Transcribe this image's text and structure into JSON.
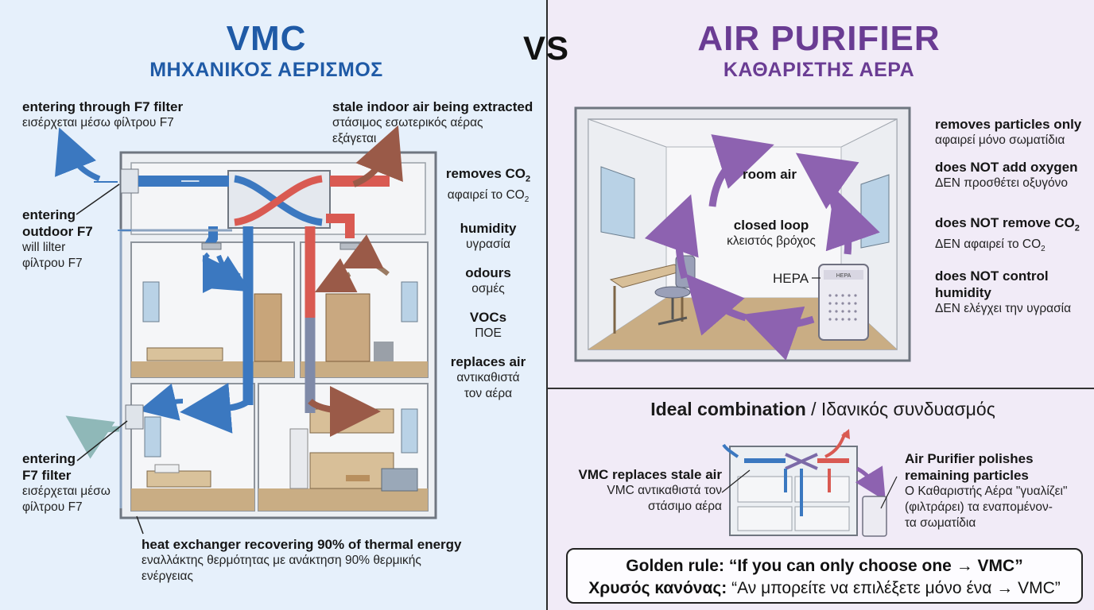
{
  "colors": {
    "cool_blue": "#3b78c0",
    "warm_red": "#d95a52",
    "purple": "#8d62b0",
    "vmc_title": "#1f5aa6",
    "purifier_title": "#6a3c93",
    "vs": "#111111"
  },
  "vs": "VS",
  "vmc": {
    "title": "VMC",
    "subtitle": "ΜΗΧΑΝΙΚΟΣ ΑΕΡΙΣΜΟΣ",
    "labels": {
      "f7_top_en": "entering through F7 filter",
      "f7_top_gr": "εισέρχεται μέσω φίλτρου F7",
      "stale_en": "stale indoor air being extracted",
      "stale_gr_1": "στάσιμος εσωτερικός αέρας",
      "stale_gr_2": "εξάγεται",
      "outdoor_en_1": "entering",
      "outdoor_en_2": "outdoor F7",
      "outdoor_gr_1": "will lilter",
      "outdoor_gr_2": "φίλτρου F7",
      "f7_bottom_en_1": "entering",
      "f7_bottom_en_2": "F7 filter",
      "f7_bottom_gr_1": "εισέρχεται μέσω",
      "f7_bottom_gr_2": "φίλτρου F7",
      "heat_en": "heat exchanger recovering 90% of thermal energy",
      "heat_gr_1": "εναλλάκτης θερμότητας με ανάκτηση 90% θερμικής",
      "heat_gr_2": "ενέργειας"
    },
    "benefits": {
      "co2_en": "removes CO",
      "co2_sub": "2",
      "co2_gr": "αφαιρεί το CO",
      "co2_gr_sub": "2",
      "humidity_en": "humidity",
      "humidity_gr": "υγρασία",
      "odours_en": "odours",
      "odours_gr": "οσμές",
      "vocs_en": "VOCs",
      "vocs_gr": "ΠΟΕ",
      "replaces_en": "replaces air",
      "replaces_gr_1": "αντικαθιστά",
      "replaces_gr_2": "τον αέρα"
    }
  },
  "purifier": {
    "title": "AIR PURIFIER",
    "subtitle": "ΚΑΘΑΡΙΣΤΗΣ ΑΕΡΑ",
    "room_air": "room air",
    "closed_loop_en": "closed loop",
    "closed_loop_gr": "κλειστός βρόχος",
    "hepa": "HEPA",
    "device_label": "HEPA",
    "facts": {
      "particles_en": "removes particles only",
      "particles_gr": "αφαιρεί μόνο σωματίδια",
      "oxygen_en": "does NOT add oxygen",
      "oxygen_gr": "ΔΕΝ προσθέτει οξυγόνο",
      "co2_en": "does NOT remove CO",
      "co2_en_sub": "2",
      "co2_gr": "ΔΕΝ αφαιρεί το CO",
      "co2_gr_sub": "2",
      "humidity_en_1": "does NOT control",
      "humidity_en_2": "humidity",
      "humidity_gr": "ΔΕΝ ελέγχει την υγρασία"
    }
  },
  "combination": {
    "title_en": "Ideal combination",
    "separator": " / ",
    "title_gr": "Ιδανικός συνδυασμός",
    "vmc_en": "VMC replaces stale air",
    "vmc_gr_1": "VMC αντικαθιστά τον",
    "vmc_gr_2": "στάσιμο αέρα",
    "purifier_en_1": "Air Purifier polishes",
    "purifier_en_2": "remaining particles",
    "purifier_gr_1": "Ο Καθαριστής Αέρα \"γυαλίζει\"",
    "purifier_gr_2": "(φιλτράρει) τα εναπομένον-",
    "purifier_gr_3": "τα σωματίδια"
  },
  "golden_rule": {
    "en_bold": "Golden rule:",
    "en_text": " “If you can only choose one → VMC”",
    "gr_bold": "Χρυσός κανόνας:",
    "gr_text": " “Αν μπορείτε να επιλέξετε μόνο ένα → VMC”"
  }
}
